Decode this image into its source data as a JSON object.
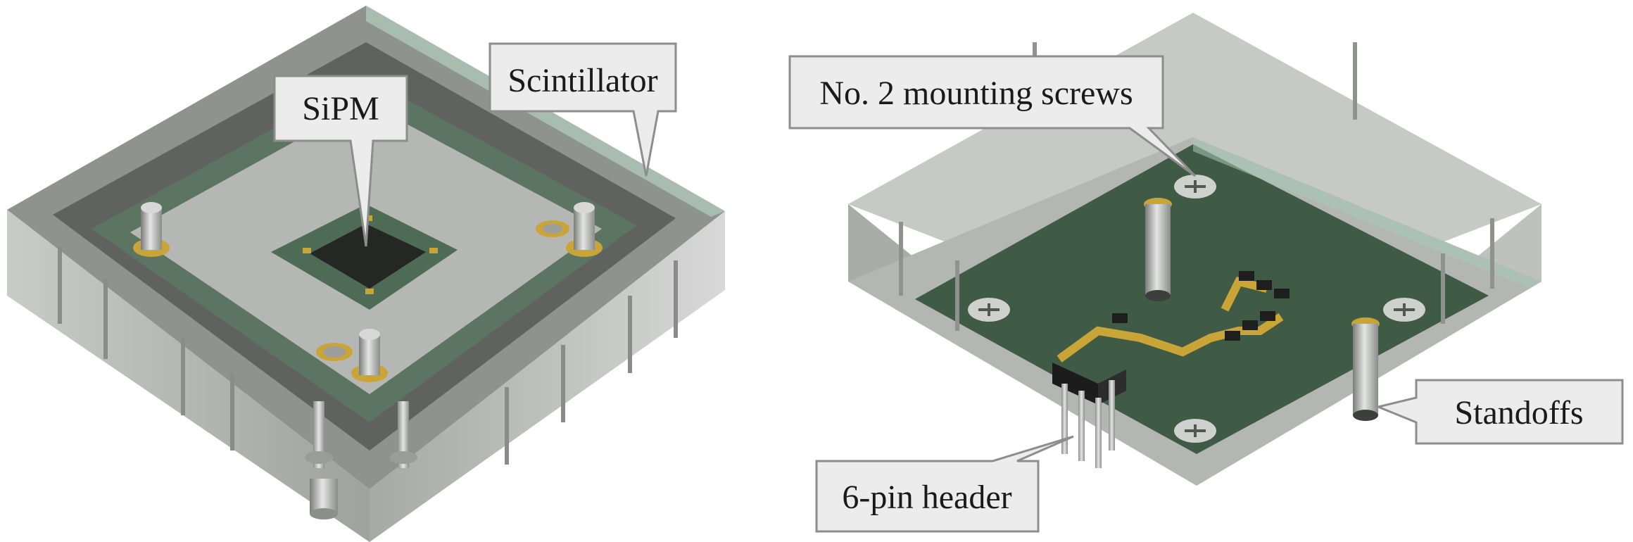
{
  "callouts": {
    "sipm": "SiPM",
    "scintillator": "Scintillator",
    "screws": "No. 2 mounting screws",
    "standoffs": "Standoffs",
    "header": "6-pin header"
  },
  "colors": {
    "scintillator_top": "#9ea29f",
    "scintillator_side": "#bdbfbd",
    "scintillator_dark": "#6a6d6b",
    "pcb_green": "#3f5a45",
    "pcb_light": "#6f8a74",
    "board_gray": "#aeb0ae",
    "gold": "#c9a437",
    "callout_fill": "#ececec",
    "callout_stroke": "#8d8d8d"
  }
}
